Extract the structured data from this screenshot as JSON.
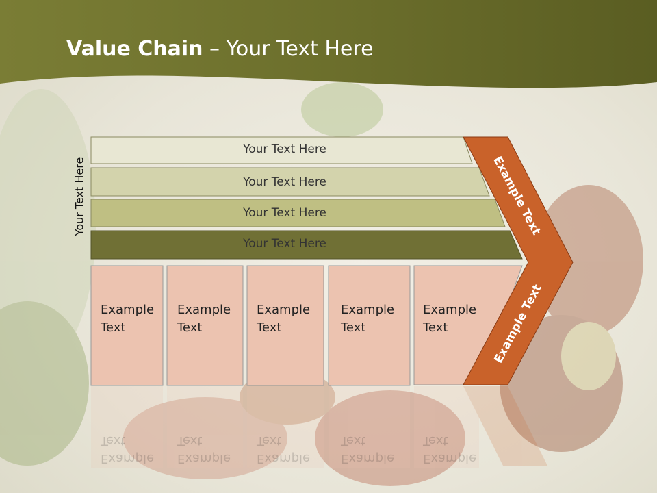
{
  "title": {
    "bold": "Value Chain",
    "rest": " – Your Text Here"
  },
  "side_label": "Your Text Here",
  "bands": [
    {
      "label": "Your Text Here"
    },
    {
      "label": "Your Text Here"
    },
    {
      "label": "Your Text Here"
    },
    {
      "label": "Your Text Here"
    }
  ],
  "boxes": [
    {
      "line1": "Example",
      "line2": "Text"
    },
    {
      "line1": "Example",
      "line2": "Text"
    },
    {
      "line1": "Example",
      "line2": "Text"
    },
    {
      "line1": "Example",
      "line2": "Text"
    },
    {
      "line1": "Example",
      "line2": "Text"
    }
  ],
  "arrow": {
    "upper": "Example Text",
    "lower": "Example Text"
  },
  "colors": {
    "header": "#6b6e2a",
    "band_colors": [
      "#e8e7d3",
      "#d3d3ac",
      "#bfbf83",
      "#707035"
    ],
    "box_fill": "#ecc3b0",
    "arrow_fill": "#c9622a"
  }
}
